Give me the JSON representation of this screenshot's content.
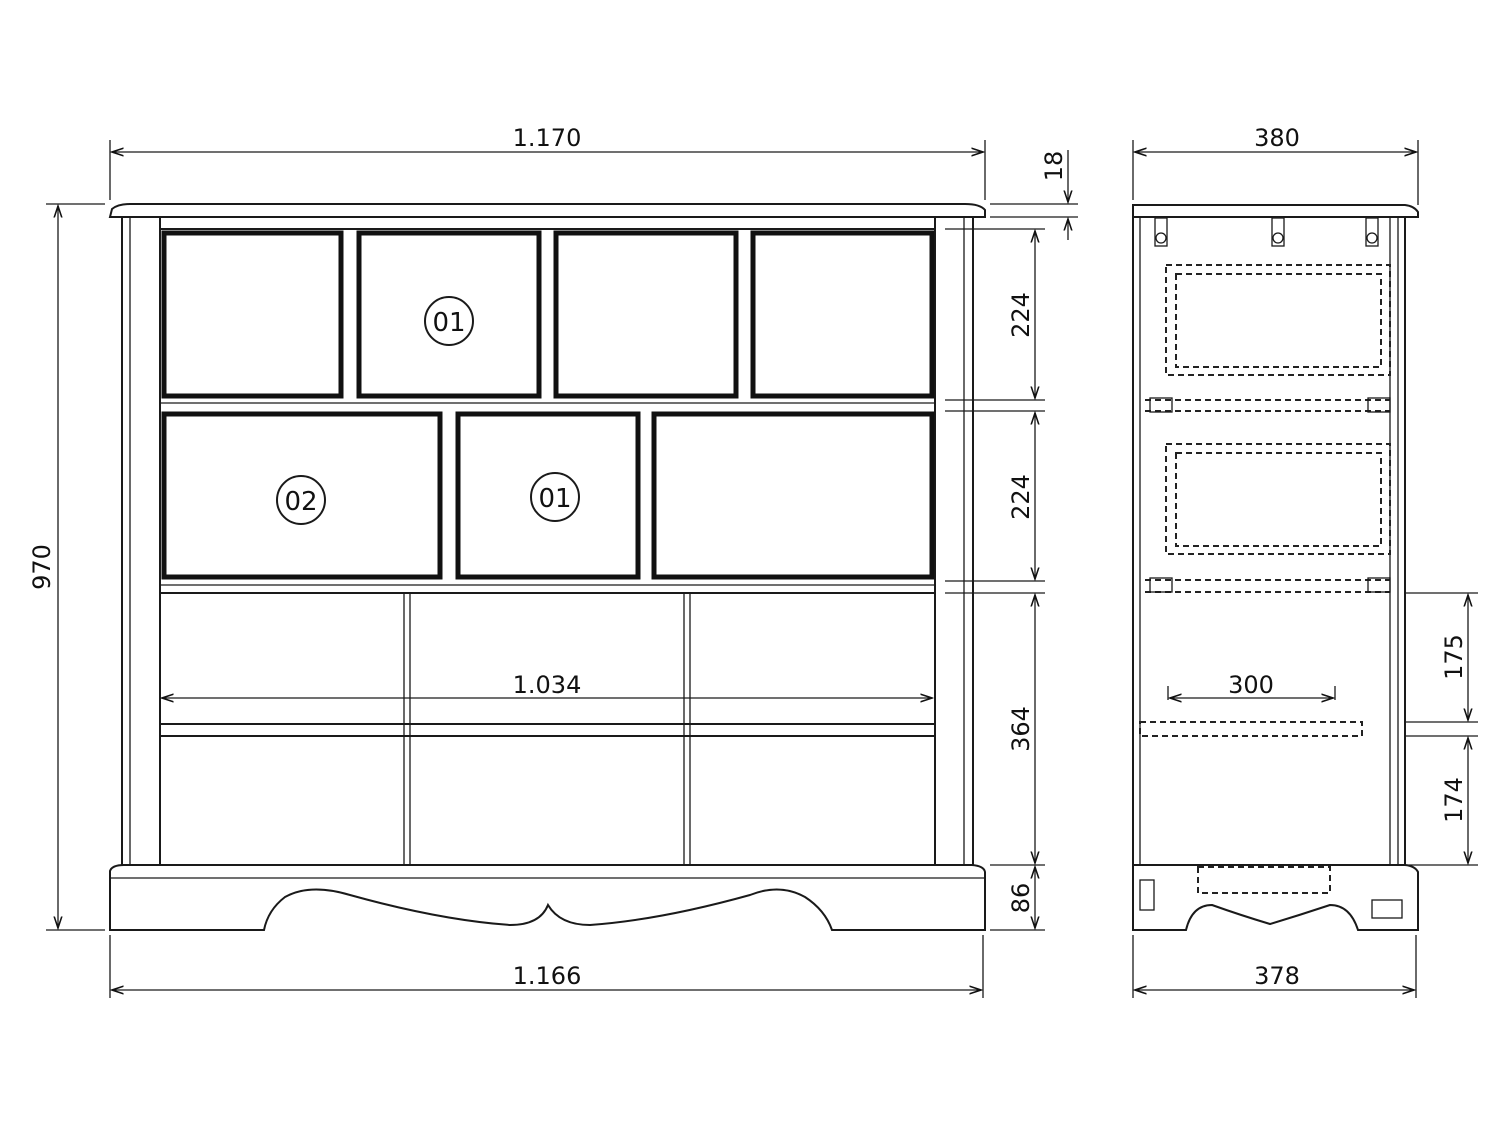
{
  "front_view": {
    "dims": {
      "overall_width_top": "1.170",
      "overall_width_bottom": "1.166",
      "overall_height": "970",
      "top_thickness": "18",
      "row1_height": "224",
      "row2_height": "224",
      "open_section_height": "364",
      "plinth_height": "86",
      "inner_width": "1.034"
    },
    "badges": {
      "row1_drawer2": "01",
      "row2_drawer1": "02",
      "row2_drawer2": "01"
    }
  },
  "side_view": {
    "dims": {
      "depth_top": "380",
      "depth_bottom": "378",
      "shelf_depth": "300",
      "upper_gap": "175",
      "lower_gap": "174"
    }
  }
}
